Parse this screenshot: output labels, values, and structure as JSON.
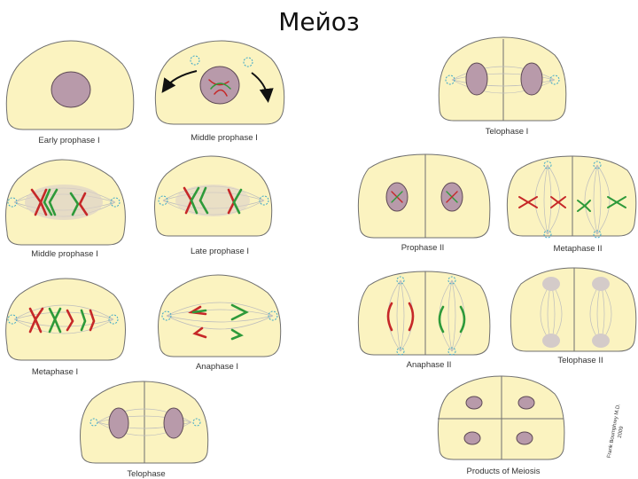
{
  "title": "Мейоз",
  "labels": {
    "early_prophase_1": "Early prophase I",
    "middle_prophase_1_top": "Middle prophase I",
    "middle_prophase_1": "Middle prophase I",
    "late_prophase_1": "Late prophase I",
    "metaphase_1": "Metaphase I",
    "anaphase_1": "Anaphase I",
    "telophase_bottom": "Telophase",
    "telophase_1": "Telophase I",
    "prophase_2": "Prophase II",
    "metaphase_2": "Metaphase II",
    "anaphase_2": "Anaphase II",
    "telophase_2": "Telophase II",
    "products": "Products of Meiosis"
  },
  "credit": {
    "line1": "Frank Boumphrey M.D.",
    "line2": "2009"
  },
  "colors": {
    "cell_fill": "#fbf3c0",
    "nucleus": "#b89aaa",
    "chromosome_red": "#c62828",
    "chromosome_green": "#2e9a3a",
    "centriole": "#3aa7c8"
  }
}
